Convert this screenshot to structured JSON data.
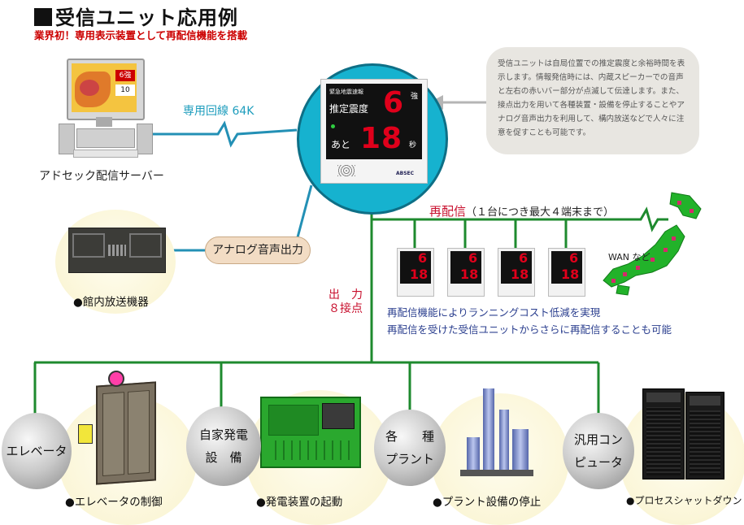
{
  "header": {
    "title": "受信ユニット応用例",
    "subtitle": "業界初！専用表示装置として再配信機能を搭載"
  },
  "center_unit": {
    "panel_title": "緊急地震速報",
    "row1_label": "推定震度",
    "row1_value": "6",
    "row1_unit": "強",
    "row2_label": "あと",
    "row2_value": "18",
    "row2_unit": "秒",
    "brand": "ABSEC"
  },
  "server": {
    "label": "アドセック配信サーバー",
    "screen_value_top": "6強",
    "screen_value_bottom": "10"
  },
  "line_label": "専用回線 64K",
  "analog_output": "アナログ音声出力",
  "broadcast_label": "●館内放送機器",
  "output_label_1": "出　力",
  "output_label_2": "８接点",
  "description": "受信ユニットは自局位置での推定震度と余裕時間を表示します。情報発信時には、内蔵スピーカーでの音声と左右の赤いバー部分が点滅して伝達します。また、接点出力を用いて各種装置・設備を停止することやアナログ音声出力を利用して、構内放送などで人々に注意を促すことも可能です。",
  "redistribution": {
    "label": "再配信",
    "note": "（１台につき最大４端末まで）",
    "wan": "WAN など",
    "mini_units": [
      {
        "v1": "6",
        "v2": "18"
      },
      {
        "v1": "6",
        "v2": "18"
      },
      {
        "v1": "6",
        "v2": "18"
      },
      {
        "v1": "6",
        "v2": "18"
      }
    ],
    "note1": "再配信機能によりランニングコスト低減を実現",
    "note2": "再配信を受けた受信ユニットからさらに再配信することも可能"
  },
  "categories": [
    {
      "line1": "エレベータ",
      "line2": "",
      "caption": "●エレベータの制御"
    },
    {
      "line1": "自家発電",
      "line2": "設　備",
      "caption": "●発電装置の起動"
    },
    {
      "line1": "各　　種",
      "line2": "プラント",
      "caption": "●プラント設備の停止"
    },
    {
      "line1": "汎用コン",
      "line2": "ピュータ",
      "caption": "●プロセスシャットダウン"
    }
  ],
  "colors": {
    "green_line": "#1e8a2e",
    "teal_line": "#2390b5",
    "accent_red": "#cc0000",
    "led_red": "#e0001b"
  }
}
